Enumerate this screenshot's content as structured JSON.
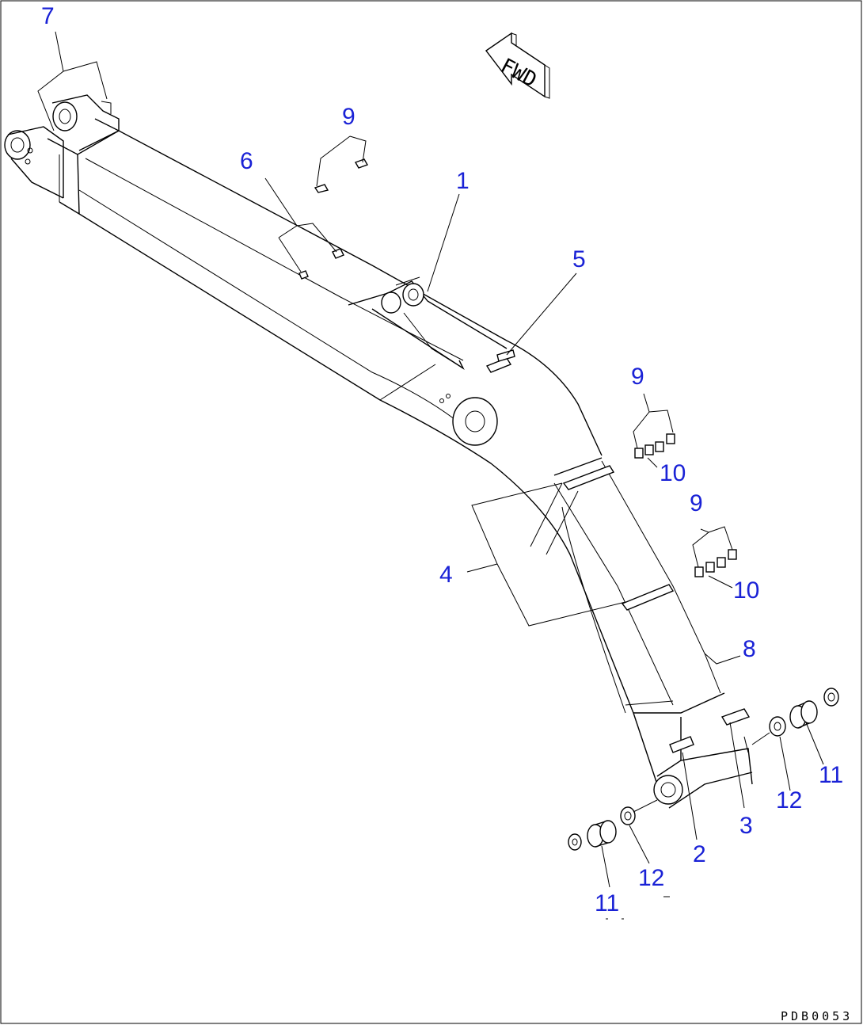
{
  "drawing_code": "PDB0053",
  "direction_label": "FWD",
  "callouts": [
    {
      "id": "c7",
      "text": "7"
    },
    {
      "id": "c9a",
      "text": "9"
    },
    {
      "id": "c6",
      "text": "6"
    },
    {
      "id": "c1",
      "text": "1"
    },
    {
      "id": "c5",
      "text": "5"
    },
    {
      "id": "c9b",
      "text": "9"
    },
    {
      "id": "c10a",
      "text": "10"
    },
    {
      "id": "c9c",
      "text": "9"
    },
    {
      "id": "c10b",
      "text": "10"
    },
    {
      "id": "c4",
      "text": "4"
    },
    {
      "id": "c8",
      "text": "8"
    },
    {
      "id": "c11a",
      "text": "11"
    },
    {
      "id": "c12a",
      "text": "12"
    },
    {
      "id": "c3",
      "text": "3"
    },
    {
      "id": "c2",
      "text": "2"
    },
    {
      "id": "c12b",
      "text": "12"
    },
    {
      "id": "c11b",
      "text": "11"
    }
  ],
  "colors": {
    "callout": "#1a22d6",
    "line": "#000000",
    "background": "#ffffff"
  }
}
